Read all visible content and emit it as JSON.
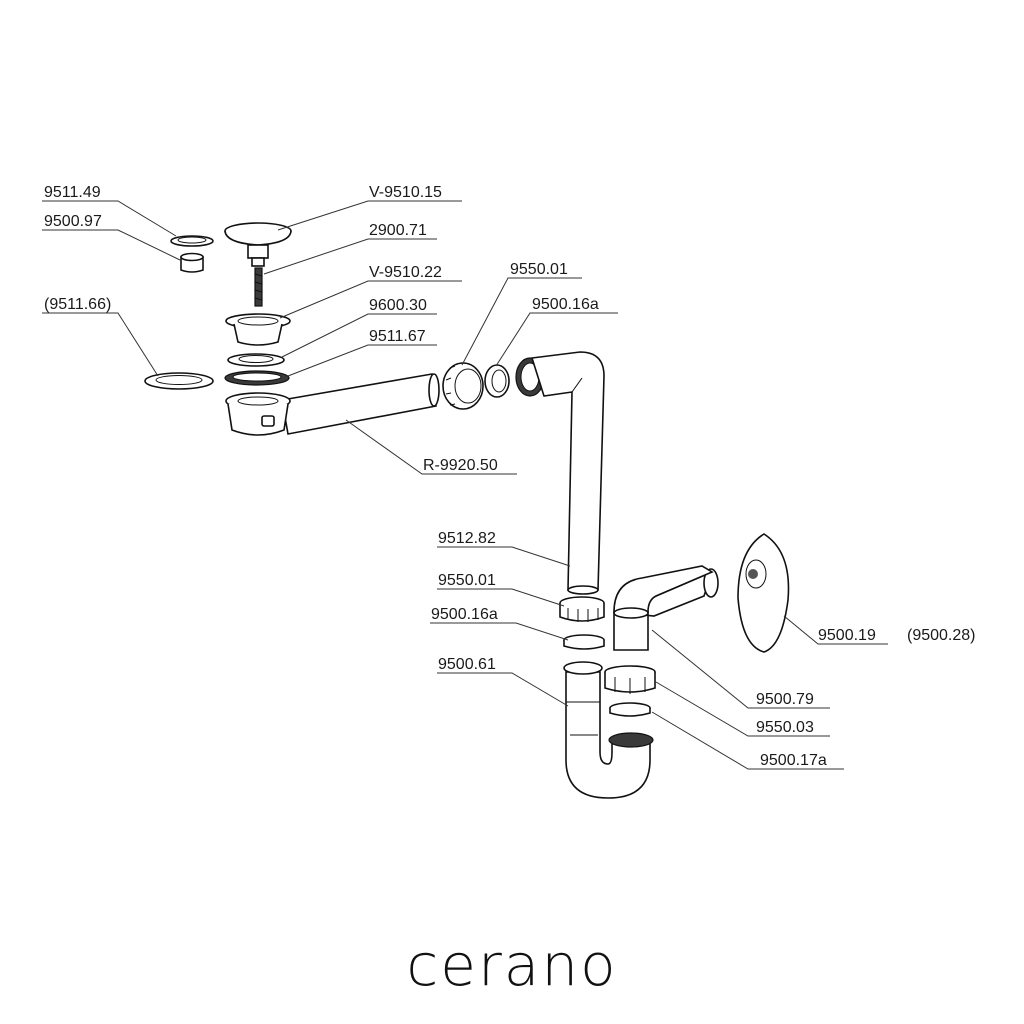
{
  "labels": [
    {
      "id": "9511-49",
      "text": "9511.49"
    },
    {
      "id": "9500-97",
      "text": "9500.97"
    },
    {
      "id": "9511-66",
      "text": "(9511.66)"
    },
    {
      "id": "v9510-15",
      "text": "V-9510.15"
    },
    {
      "id": "2900-71",
      "text": "2900.71"
    },
    {
      "id": "v9510-22",
      "text": "V-9510.22"
    },
    {
      "id": "9600-30",
      "text": "9600.30"
    },
    {
      "id": "9511-67",
      "text": "9511.67"
    },
    {
      "id": "9550-01-top",
      "text": "9550.01"
    },
    {
      "id": "9500-16a-top",
      "text": "9500.16a"
    },
    {
      "id": "r9920-50",
      "text": "R-9920.50"
    },
    {
      "id": "9512-82",
      "text": "9512.82"
    },
    {
      "id": "9550-01-mid",
      "text": "9550.01"
    },
    {
      "id": "9500-16a-mid",
      "text": "9500.16a"
    },
    {
      "id": "9500-61",
      "text": "9500.61"
    },
    {
      "id": "9500-19",
      "text": "9500.19"
    },
    {
      "id": "9500-28",
      "text": "(9500.28)"
    },
    {
      "id": "9500-79",
      "text": "9500.79"
    },
    {
      "id": "9550-03",
      "text": "9550.03"
    },
    {
      "id": "9500-17a",
      "text": "9500.17a"
    }
  ],
  "brand": "cerano"
}
